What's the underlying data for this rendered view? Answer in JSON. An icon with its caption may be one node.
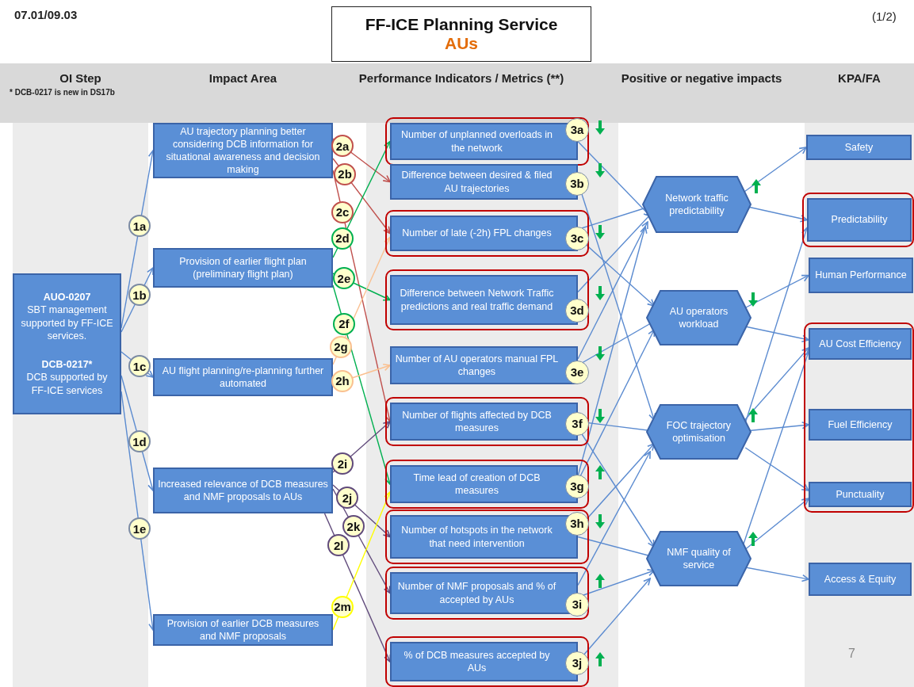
{
  "diagram": {
    "title": "FF-ICE Planning Service",
    "nodes": [
      {
        "text": [
          "AUO-0207",
          "SBT management supported by FF-ICE services.",
          "DCB-0217*",
          "DCB supported by FF-ICE services"
        ]
      },
      {
        "text": [
          "AU trajectory planning better considering DCB information for situational awareness and decision making"
        ]
      },
      {
        "text": [
          "Provision of earlier flight plan (preliminary flight plan)"
        ]
      },
      {
        "text": [
          "AU flight planning/re-planning further automated"
        ]
      },
      {
        "text": [
          "Increased relevance of DCB measures and NMF proposals to AUs"
        ]
      },
      {
        "text": [
          "Provision of earlier DCB measures and NMF proposals"
        ]
      },
      {
        "text": [],
        "shape": "box"
      },
      {
        "text": [
          "Number of unplanned overloads in the network",
          "3a"
        ],
        "in": 6
      },
      {
        "text": [
          "Difference between desired & filed AU trajectories",
          "3b"
        ]
      },
      {
        "text": [],
        "shape": "box"
      },
      {
        "text": [
          "Number of late (-2h) FPL changes",
          "3c"
        ],
        "in": 9
      },
      {
        "text": [],
        "shape": "box"
      },
      {
        "text": [
          "Difference between Network Traffic predictions and real traffic demand",
          "3d"
        ],
        "in": 11
      },
      {
        "text": [
          "Number of AU operators manual FPL changes",
          "3e"
        ]
      },
      {
        "text": [],
        "shape": "box"
      },
      {
        "text": [
          "Number of flights affected by DCB measures",
          "3f"
        ],
        "in": 14
      },
      {
        "text": [],
        "shape": "box"
      },
      {
        "text": [
          "Time lead of creation of DCB measures",
          "3g"
        ],
        "in": 16
      },
      {
        "text": [],
        "shape": "box"
      },
      {
        "text": [
          "Number of hotspots in the network that need intervention",
          "3h"
        ],
        "in": 18
      },
      {
        "text": [],
        "shape": "box"
      },
      {
        "text": [
          "Number of NMF proposals and % of accepted by AUs",
          "3i"
        ],
        "in": 20
      },
      {
        "text": [],
        "shape": "box"
      },
      {
        "text": [
          "% of DCB measures accepted by AUs",
          "3j"
        ],
        "in": 22
      },
      {
        "text": [
          "Network traffic predictability"
        ]
      },
      {
        "text": [
          "AU operators workload"
        ]
      },
      {
        "text": [
          "FOC trajectory optimisation"
        ]
      },
      {
        "text": [
          "NMF quality of service"
        ]
      },
      {
        "text": [
          "Safety"
        ]
      },
      {
        "text": [],
        "shape": "box"
      },
      {
        "text": [
          "Predictability"
        ],
        "in": 29
      },
      {
        "text": [
          "Human Performance"
        ]
      },
      {
        "text": [],
        "shape": "box"
      },
      {
        "text": [
          "AU Cost Efficiency"
        ],
        "in": 32
      },
      {
        "text": [
          "Fuel Efficiency"
        ],
        "in": 32
      },
      {
        "text": [
          "Punctuality"
        ],
        "in": 32
      },
      {
        "text": [
          "Access & Equity"
        ]
      }
    ],
    "edges": [
      {
        "from": 0,
        "to": 1,
        "arrow": "to",
        "label": "1a"
      },
      {
        "from": 0,
        "to": 2,
        "arrow": "to",
        "label": "1b"
      },
      {
        "from": 0,
        "to": 3,
        "arrow": "to",
        "label": "1c"
      },
      {
        "from": 0,
        "to": 4,
        "arrow": "to",
        "label": "1d"
      },
      {
        "from": 0,
        "to": 5,
        "arrow": "to",
        "label": "1e"
      },
      {
        "from": 1,
        "to": 8,
        "arrow": "to",
        "label": "2a",
        "color": "#c0504d"
      },
      {
        "from": 1,
        "to": 10,
        "arrow": "to",
        "label": "2b",
        "color": "#c0504d"
      },
      {
        "from": 1,
        "to": 15,
        "arrow": "to",
        "label": "2c",
        "color": "#c0504d"
      },
      {
        "from": 2,
        "to": 7,
        "arrow": "to",
        "label": "2d",
        "color": "#00b050"
      },
      {
        "from": 2,
        "to": 12,
        "arrow": "to",
        "label": "2e",
        "color": "#00b050"
      },
      {
        "from": 2,
        "to": 17,
        "arrow": "to",
        "label": "2f",
        "color": "#00b050"
      },
      {
        "from": 3,
        "to": 10,
        "arrow": "to",
        "label": "2g",
        "color": "#fac090"
      },
      {
        "from": 3,
        "to": 13,
        "arrow": "to",
        "label": "2h",
        "color": "#fac090"
      },
      {
        "from": 4,
        "to": 15,
        "arrow": "to",
        "label": "2i",
        "color": "#604a7b"
      },
      {
        "from": 4,
        "to": 19,
        "arrow": "to",
        "label": "2j",
        "color": "#604a7b"
      },
      {
        "from": 4,
        "to": 21,
        "arrow": "to",
        "label": "2k",
        "color": "#604a7b"
      },
      {
        "from": 4,
        "to": 23,
        "arrow": "to",
        "label": "2l",
        "color": "#604a7b"
      },
      {
        "from": 5,
        "to": 17,
        "arrow": "to",
        "label": "2m",
        "color": "#ffff00"
      },
      {
        "from": 7,
        "to": 24,
        "arrow": "to"
      },
      {
        "from": 8,
        "to": 26,
        "arrow": "to"
      },
      {
        "from": 10,
        "to": 24,
        "arrow": "to"
      },
      {
        "from": 10,
        "to": 25,
        "arrow": "to"
      },
      {
        "from": 12,
        "to": 24,
        "arrow": "to"
      },
      {
        "from": 13,
        "to": 25,
        "arrow": "to"
      },
      {
        "from": 13,
        "to": 24,
        "arrow": "to"
      },
      {
        "from": 15,
        "to": 26,
        "arrow": "to"
      },
      {
        "from": 15,
        "to": 27,
        "arrow": "to"
      },
      {
        "from": 17,
        "to": 24,
        "arrow": "to"
      },
      {
        "from": 17,
        "to": 25,
        "arrow": "to"
      },
      {
        "from": 19,
        "to": 26,
        "arrow": "to"
      },
      {
        "from": 19,
        "to": 27,
        "arrow": "to"
      },
      {
        "from": 21,
        "to": 26,
        "arrow": "to"
      },
      {
        "from": 21,
        "to": 27,
        "arrow": "to"
      },
      {
        "from": 23,
        "to": 27,
        "arrow": "to"
      },
      {
        "from": 24,
        "to": 28,
        "arrow": "to"
      },
      {
        "from": 24,
        "to": 30,
        "arrow": "to"
      },
      {
        "from": 25,
        "to": 31,
        "arrow": "to"
      },
      {
        "from": 25,
        "to": 33,
        "arrow": "to"
      },
      {
        "from": 26,
        "to": 30,
        "arrow": "to"
      },
      {
        "from": 26,
        "to": 33,
        "arrow": "to"
      },
      {
        "from": 26,
        "to": 34,
        "arrow": "to"
      },
      {
        "from": 26,
        "to": 35,
        "arrow": "to"
      },
      {
        "from": 27,
        "to": 35,
        "arrow": "to"
      },
      {
        "from": 27,
        "to": 36,
        "arrow": "to"
      },
      {
        "from": 27,
        "to": 33,
        "arrow": "to"
      }
    ],
    "labels": [
      "07.01/09.03",
      "(1/2)",
      "AUs",
      "OI Step",
      "* DCB-0217 is new in DS17b",
      "Impact Area",
      "Performance Indicators / Metrics (**)",
      "Positive or negative impacts",
      "KPA/FA",
      "7"
    ]
  }
}
